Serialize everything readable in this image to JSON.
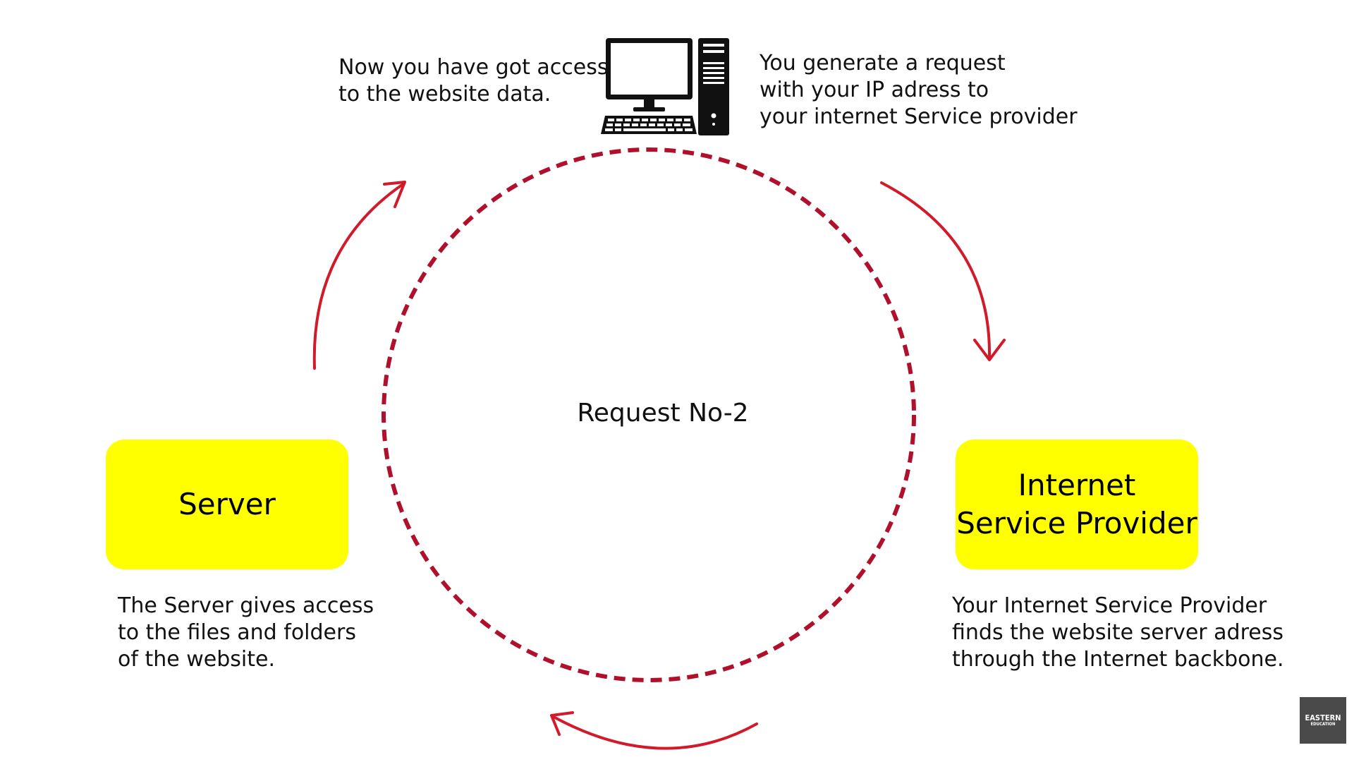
{
  "center": {
    "label": "Request No-2"
  },
  "nodes": {
    "server": {
      "label_lines": [
        "Server"
      ]
    },
    "isp": {
      "label_lines": [
        "Internet",
        "Service Provider"
      ]
    }
  },
  "notes": {
    "top_left": [
      "Now you have got access",
      "to the website data."
    ],
    "top_right": [
      "You generate a request",
      "with your IP adress to",
      "your internet Service provider"
    ],
    "server": [
      "The Server gives access",
      "to the files and folders",
      "of the website."
    ],
    "isp": [
      "Your Internet Service Provider",
      "finds the website server adress",
      "through the Internet backbone."
    ]
  },
  "logo": {
    "line1": "EASTERN",
    "line2": "EDUCATION"
  },
  "colors": {
    "box_fill": "#ffff00",
    "circle_stroke": "#b0102c",
    "arrow_stroke": "#d11a2a",
    "text": "#111111"
  },
  "icons": [
    "desktop-computer-icon",
    "logo"
  ]
}
